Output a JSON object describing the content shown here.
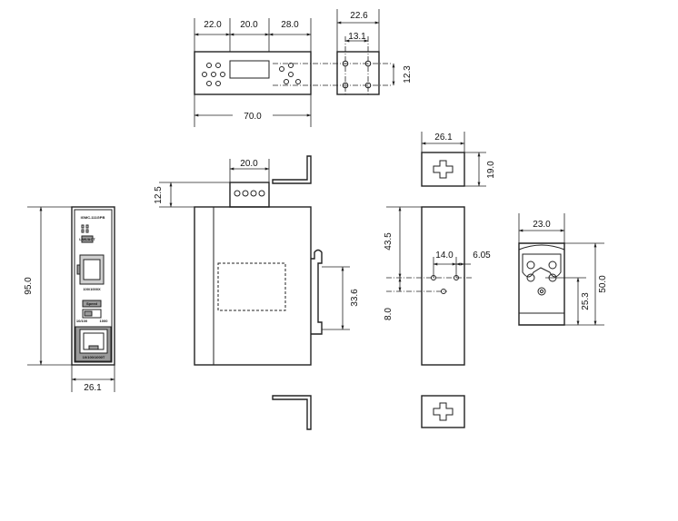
{
  "dimensions": {
    "top_w1": "22.0",
    "top_w2": "20.0",
    "top_w3": "28.0",
    "top_total": "70.0",
    "bracket_w": "22.6",
    "bracket_hole": "13.1",
    "bracket_h": "12.3",
    "connector_w": "20.0",
    "connector_h": "12.5",
    "front_h": "95.0",
    "front_w": "26.1",
    "rail_h": "33.6",
    "end_w": "26.1",
    "end_h": "19.0",
    "offset_v": "43.5",
    "hole_sp": "14.0",
    "hole_off": "6.05",
    "hole_v": "8.0",
    "clip_w": "23.0",
    "clip_h": "50.0",
    "clip_hole": "25.3"
  },
  "front_panel": {
    "model": "IGMC-111GPB",
    "led_label": "LNK/ACT",
    "port_label": "100/1000X",
    "speed_label": "Speed",
    "switch_left": "10/100",
    "switch_right": "1000",
    "rj45_label": "10/100/1000T"
  },
  "colors": {
    "line": "#222222",
    "panel_fill": "#cfcfcf",
    "panel_dark": "#9a9a9a"
  }
}
